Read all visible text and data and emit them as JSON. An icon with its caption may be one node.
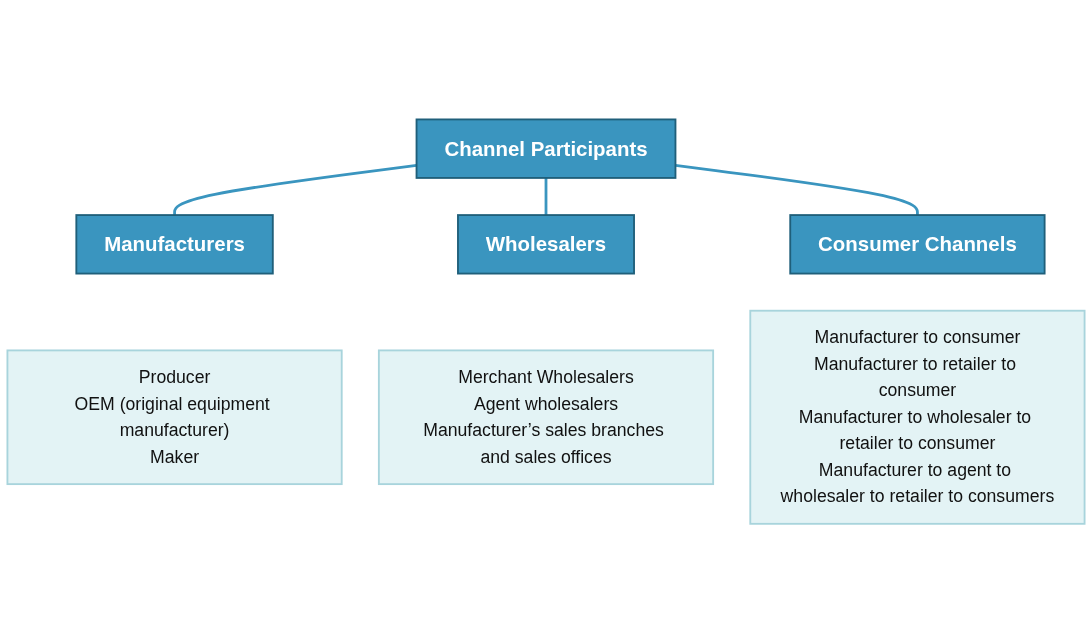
{
  "diagram": {
    "nodes": [
      {
        "text": [
          "Channel Participants"
        ]
      },
      {
        "text": [
          "Manufacturers"
        ]
      },
      {
        "text": [
          "Producer",
          "OEM (original equipment manufacturer)",
          "Maker"
        ]
      },
      {
        "text": [
          "Wholesalers"
        ]
      },
      {
        "text": [
          "Merchant Wholesalers",
          "Agent wholesalers",
          "Manufacturer’s sales branches and sales offices"
        ]
      },
      {
        "text": [
          "Consumer Channels"
        ]
      },
      {
        "text": [
          "Manufacturer to consumer",
          "Manufacturer to retailer to consumer",
          "Manufacturer to wholesaler to retailer to consumer",
          "Manufacturer to agent to wholesaler to retailer to consumers"
        ]
      }
    ],
    "edges": [
      {
        "from": 0,
        "to": 1,
        "arrow": "none"
      },
      {
        "from": 0,
        "to": 3,
        "arrow": "none"
      },
      {
        "from": 0,
        "to": 5,
        "arrow": "none"
      }
    ]
  }
}
